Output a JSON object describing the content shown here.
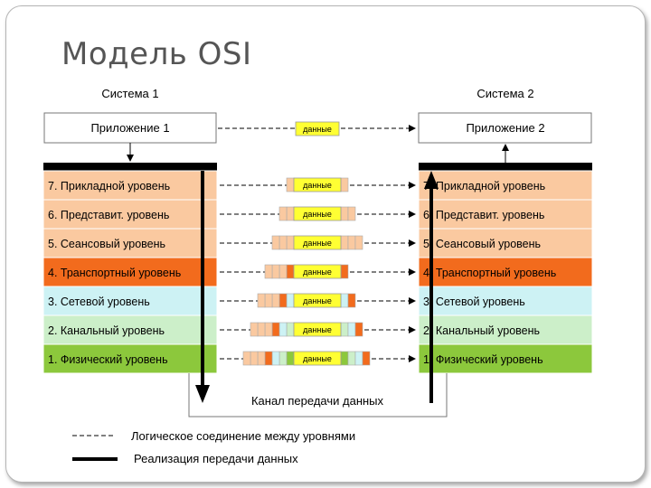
{
  "title": "Модель OSI",
  "system1": "Система 1",
  "system2": "Система 2",
  "app1": "Приложение 1",
  "app2": "Приложение 2",
  "packet_label": "данные",
  "channel_label": "Канал передачи данных",
  "legend": {
    "logical": "Логическое соединение между уровнями",
    "physical": "Реализация передачи данных"
  },
  "layers": [
    {
      "label": "7. Прикладной уровень",
      "color": "#fac9a0"
    },
    {
      "label": "6. Представит. уровень",
      "color": "#fac9a0"
    },
    {
      "label": "5. Сеансовый уровень",
      "color": "#fac9a0"
    },
    {
      "label": "4. Транспортный уровень",
      "color": "#f26b1d"
    },
    {
      "label": "3. Сетевой уровень",
      "color": "#cdf2f4"
    },
    {
      "label": "2. Канальный уровень",
      "color": "#ccefc9"
    },
    {
      "label": "1. Физический уровень",
      "color": "#8cc83c"
    }
  ],
  "colors": {
    "data_yellow": "#ffff33",
    "header_peach": "#fac9a0",
    "header_orange": "#f26b1d",
    "header_cyan": "#cdf2f4",
    "header_green": "#ccefc9",
    "trailer_green": "#8cc83c"
  }
}
